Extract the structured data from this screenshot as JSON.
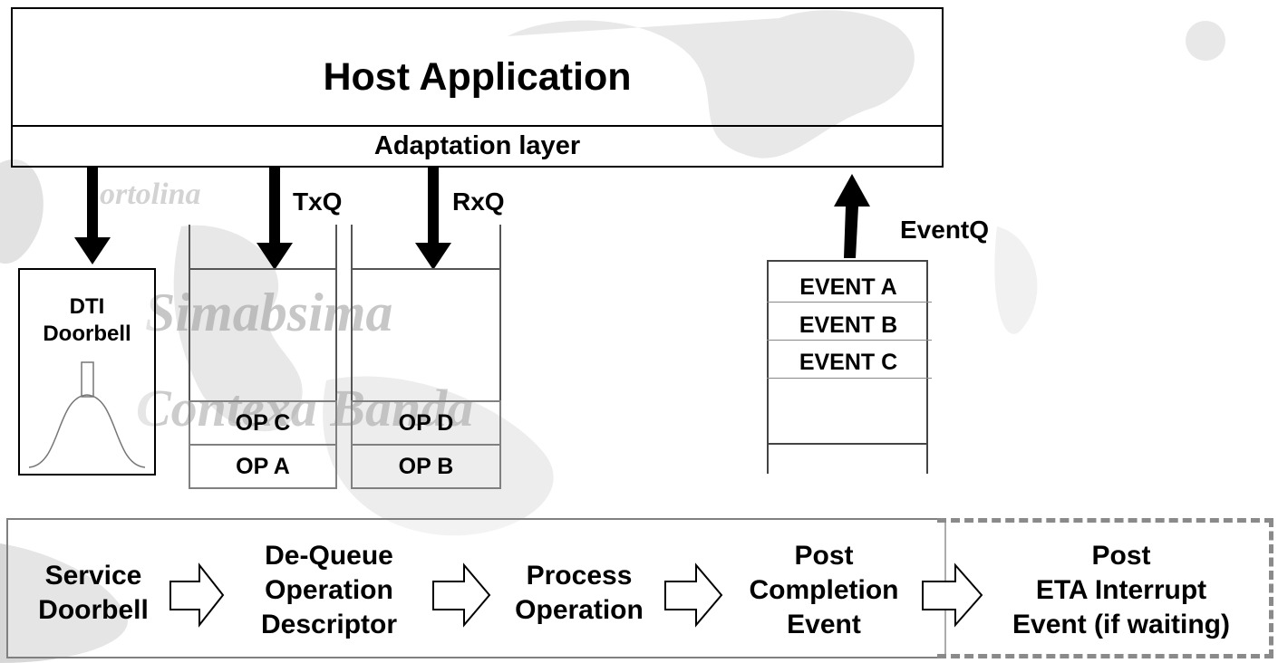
{
  "host": {
    "title": "Host Application",
    "adaptation": "Adaptation layer"
  },
  "queues": {
    "txq": "TxQ",
    "rxq": "RxQ",
    "eventq": "EventQ"
  },
  "doorbell": {
    "line1": "DTI",
    "line2": "Doorbell"
  },
  "txq_ops": [
    "OP C",
    "OP A"
  ],
  "rxq_ops": [
    "OP D",
    "OP B"
  ],
  "events": [
    "EVENT A",
    "EVENT B",
    "EVENT C"
  ],
  "steps": {
    "s1": [
      "Service",
      "Doorbell"
    ],
    "s2": [
      "De-Queue",
      "Operation",
      "Descriptor"
    ],
    "s3": [
      "Process",
      "Operation"
    ],
    "s4": [
      "Post",
      "Completion",
      "Event"
    ],
    "s5": [
      "Post",
      "ETA Interrupt",
      "Event (if waiting)"
    ]
  },
  "background_handwriting": [
    "Simabsima",
    "Contexa Banda",
    "ortolina"
  ]
}
